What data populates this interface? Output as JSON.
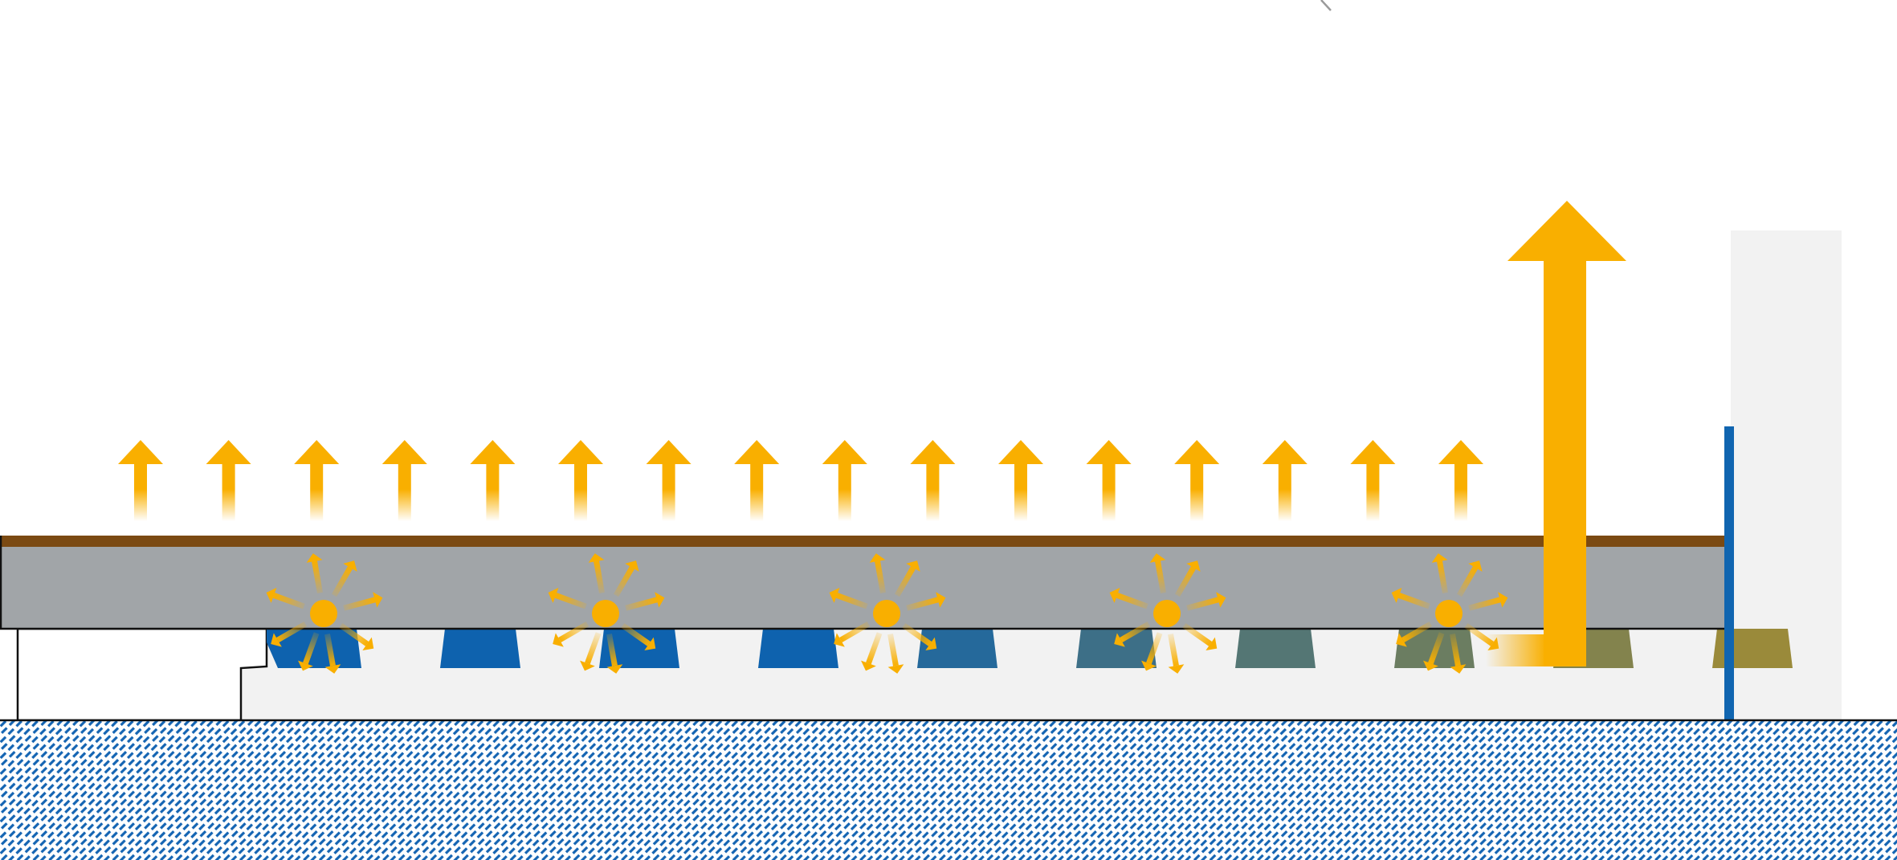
{
  "diagram": {
    "colors": {
      "background": "#ffffff",
      "heat": "#F9AF00",
      "floor_covering": "#7B4A12",
      "screed": "#A1A5A8",
      "insulation": "#F2F2F2",
      "wall": "#F2F2F2",
      "edge_strip": "#1065B0",
      "ground_hatch": "#1565B3",
      "pipe_cold": "#0E62AE",
      "pipe_warm": "#9A8A3A",
      "outline": "#111111"
    },
    "icons": {
      "upward_heat_arrow": "arrow-up-icon",
      "radiating_heat_source": "sunburst-icon",
      "main_heat_flow": "large-arrow-up-icon"
    },
    "counts": {
      "surface_heat_arrows": 16,
      "radiating_heat_sources": 5,
      "pipe_sections": 10
    }
  }
}
